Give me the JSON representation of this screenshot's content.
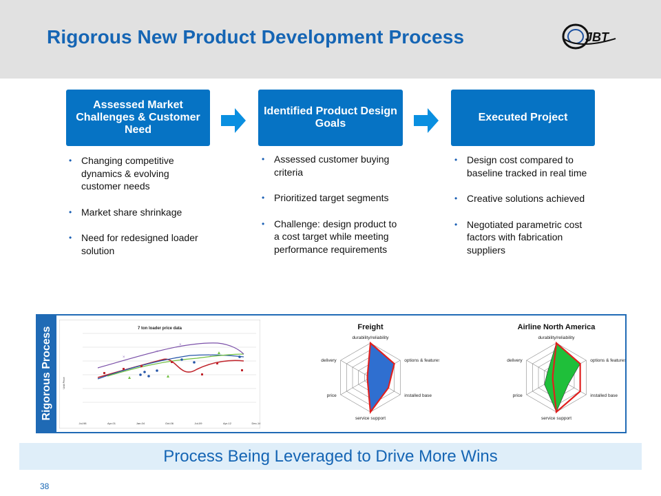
{
  "slide": {
    "title": "Rigorous New Product Development Process",
    "page_number": "38",
    "logo_text": "JBT"
  },
  "steps": [
    {
      "label": "Assessed Market Challenges & Customer Need",
      "bullets": [
        "Changing competitive dynamics & evolving customer needs",
        "Market share shrinkage",
        "Need for redesigned loader solution"
      ]
    },
    {
      "label": "Identified Product Design Goals",
      "bullets": [
        "Assessed customer buying criteria",
        "Prioritized target segments",
        "Challenge: design product to a cost target while meeting performance requirements"
      ]
    },
    {
      "label": "Executed Project",
      "bullets": [
        "Design cost compared to baseline tracked in real time",
        "Creative solutions achieved",
        "Negotiated parametric cost factors with fabrication suppliers"
      ]
    }
  ],
  "panel": {
    "vertical_label": "Rigorous Process"
  },
  "footer": {
    "text": "Process Being Leveraged to Drive More Wins"
  },
  "colors": {
    "brand_blue": "#1565b4",
    "step_blue": "#0673c4",
    "panel_blue": "#1f6ab5",
    "footer_bg": "#dfeef9"
  },
  "chart_data": [
    {
      "type": "scatter",
      "title": "7 ton loader price data",
      "ylabel": "Unit Price",
      "xlabel": "",
      "x_ticks": [
        "Jul-98",
        "Apr-01",
        "Jan-04",
        "Oct-06",
        "Jul-09",
        "Apr-12",
        "Dec-14"
      ],
      "grid": true
    },
    {
      "type": "radar",
      "title": "Freight",
      "axes": [
        "durability/reliability",
        "options & features",
        "installed base",
        "service support",
        "price",
        "delivery"
      ],
      "values": [
        5,
        4,
        3,
        5,
        0.5,
        0.5
      ],
      "fill": "#2f6fd0"
    },
    {
      "type": "radar",
      "title": "Airline North America",
      "axes": [
        "durability/reliability",
        "options & features",
        "installed base",
        "service support",
        "price",
        "delivery"
      ],
      "values": [
        5,
        4,
        2,
        5,
        2,
        1.5
      ],
      "outline": [
        5,
        4,
        4,
        5,
        0.6,
        0.6
      ],
      "fill": "#1fbf3a"
    }
  ]
}
